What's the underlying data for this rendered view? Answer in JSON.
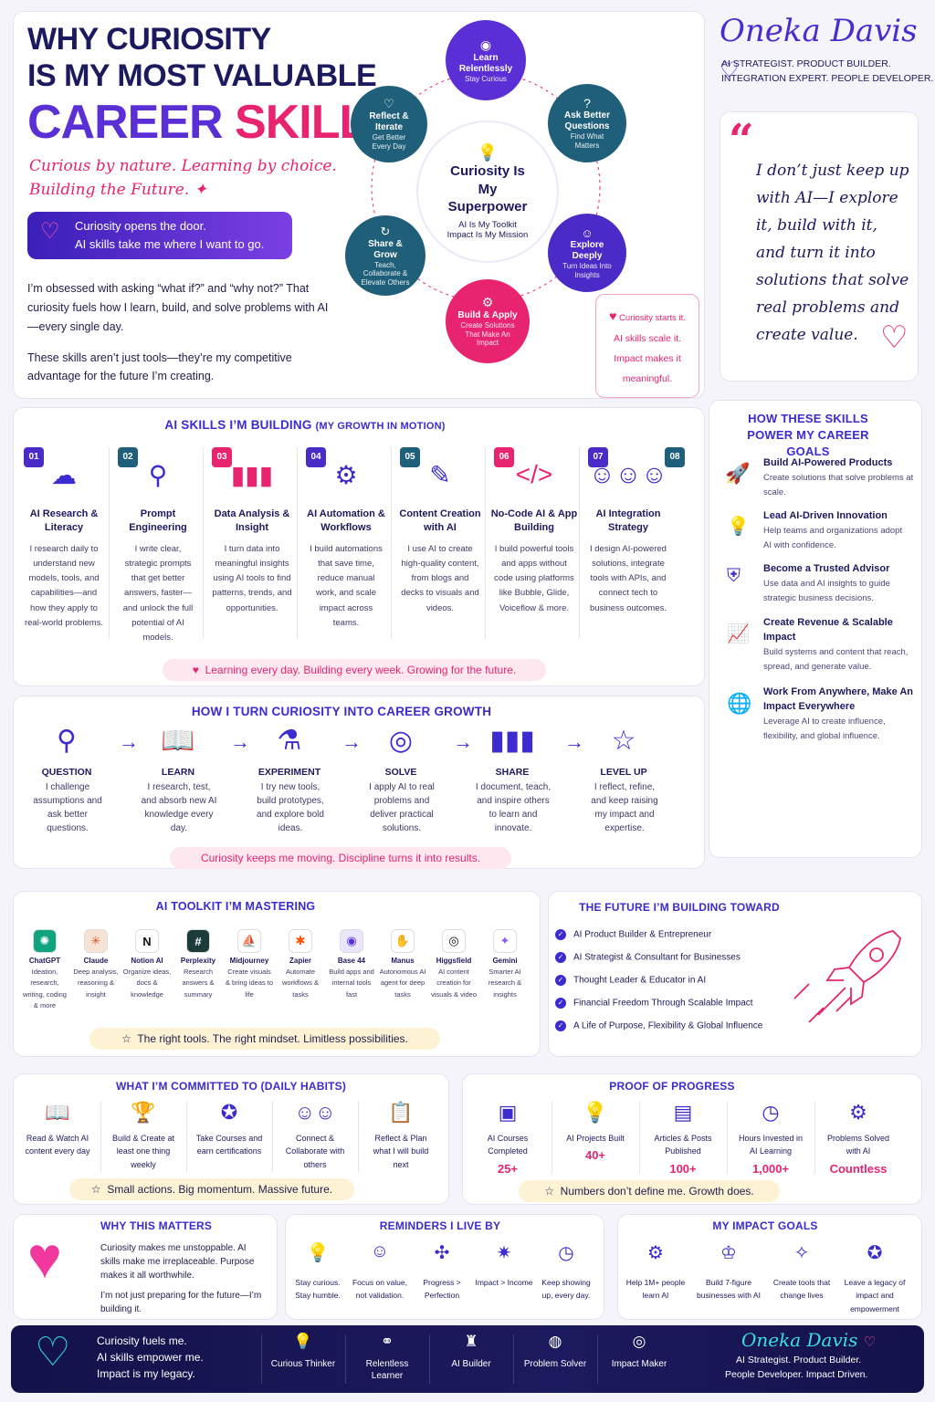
{
  "header": {
    "line1": "WHY CURIOSITY",
    "line2": "IS MY MOST VALUABLE",
    "line3a": "CAREER ",
    "line3b": "SKILL",
    "tagline1": "Curious by nature. Learning by choice.",
    "tagline2": "Building the Future.",
    "banner1": "Curiosity opens the door.",
    "banner2": "AI skills take me where I want to go.",
    "p1": "I’m obsessed with asking “what if?” and “why not?” That curiosity fuels how I learn, build, and solve problems with AI—every single day.",
    "p2": "These skills aren’t just tools—they’re my competitive advantage for the future I’m creating."
  },
  "cycle": {
    "center_title": "Curiosity Is My Superpower",
    "center_sub1": "AI Is My Toolkit",
    "center_sub2": "Impact Is My Mission",
    "nodes": [
      {
        "t": "Learn Relentlessly",
        "s": "Stay Curious"
      },
      {
        "t": "Ask Better Questions",
        "s": "Find What Matters"
      },
      {
        "t": "Explore Deeply",
        "s": "Turn Ideas Into Insights"
      },
      {
        "t": "Build & Apply",
        "s": "Create Solutions That Make An Impact"
      },
      {
        "t": "Share & Grow",
        "s": "Teach, Collaborate & Elevate Others"
      },
      {
        "t": "Reflect & Iterate",
        "s": "Get Better Every Day"
      }
    ],
    "note1": "Curiosity starts it.",
    "note2": "AI skills scale it.",
    "note3": "Impact makes it meaningful."
  },
  "profile": {
    "name": "Oneka Davis",
    "role1": "AI STRATEGIST. PRODUCT BUILDER.",
    "role2": "INTEGRATION EXPERT. PEOPLE DEVELOPER.",
    "quote": "I don’t just keep up with AI—I explore it, build with it, and turn it into solutions that solve real problems and create value."
  },
  "skills": {
    "title": "AI SKILLS I’M BUILDING",
    "title_sub": "(MY GROWTH IN MOTION)",
    "items": [
      {
        "n": "01",
        "t": "AI Research & Literacy",
        "d": "I research daily to understand new models, tools, and capabilities—and how they apply to real-world problems."
      },
      {
        "n": "02",
        "t": "Prompt Engineering",
        "d": "I write clear, strategic prompts that get better answers, faster—and unlock the full potential of AI models."
      },
      {
        "n": "03",
        "t": "Data Analysis & Insight",
        "d": "I turn data into meaningful insights using AI tools to find patterns, trends, and opportunities."
      },
      {
        "n": "04",
        "t": "AI Automation & Workflows",
        "d": "I build automations that save time, reduce manual work, and scale impact across teams."
      },
      {
        "n": "05",
        "t": "Content Creation with AI",
        "d": "I use AI to create high-quality content, from blogs and decks to visuals and videos."
      },
      {
        "n": "06",
        "t": "No-Code AI & App Building",
        "d": "I build powerful tools and apps without code using platforms like Bubble, Glide, Voiceflow & more."
      },
      {
        "n": "07",
        "t": "AI Integration Strategy",
        "d": "I design AI-powered solutions, integrate tools with APIs, and connect tech to business outcomes."
      }
    ],
    "extra_badge": "08",
    "footer": "Learning every day. Building every week. Growing for the future."
  },
  "goals": {
    "title": "HOW THESE SKILLS POWER MY CAREER GOALS",
    "items": [
      {
        "t": "Build AI-Powered Products",
        "d": "Create solutions that solve problems at scale."
      },
      {
        "t": "Lead AI-Driven Innovation",
        "d": "Help teams and organizations adopt AI with confidence."
      },
      {
        "t": "Become a Trusted Advisor",
        "d": "Use data and AI insights to guide strategic business decisions."
      },
      {
        "t": "Create Revenue & Scalable Impact",
        "d": "Build systems and content that reach, spread, and generate value."
      },
      {
        "t": "Work From Anywhere, Make An Impact Everywhere",
        "d": "Leverage AI to create influence, flexibility, and global influence."
      }
    ]
  },
  "growth": {
    "title": "HOW I TURN CURIOSITY INTO CAREER GROWTH",
    "steps": [
      {
        "h": "QUESTION",
        "d": "I challenge assumptions and ask better questions."
      },
      {
        "h": "LEARN",
        "d": "I research, test, and absorb new AI knowledge every day."
      },
      {
        "h": "EXPERIMENT",
        "d": "I try new tools, build prototypes, and explore bold ideas."
      },
      {
        "h": "SOLVE",
        "d": "I apply AI to real problems and deliver practical solutions."
      },
      {
        "h": "SHARE",
        "d": "I document, teach, and inspire others to learn and innovate."
      },
      {
        "h": "LEVEL UP",
        "d": "I reflect, refine, and keep raising my impact and expertise."
      }
    ],
    "footer": "Curiosity keeps me moving. Discipline turns it into results."
  },
  "toolkit": {
    "title": "AI TOOLKIT I’M MASTERING",
    "tools": [
      {
        "n": "ChatGPT",
        "d": "Ideation, research, writing, coding & more"
      },
      {
        "n": "Claude",
        "d": "Deep analysis, reasoning & insight"
      },
      {
        "n": "Notion AI",
        "d": "Organize ideas, docs & knowledge"
      },
      {
        "n": "Perplexity",
        "d": "Research answers & summary"
      },
      {
        "n": "Midjourney",
        "d": "Create visuals & bring ideas to life"
      },
      {
        "n": "Zapier",
        "d": "Automate workflows & tasks"
      },
      {
        "n": "Base 44",
        "d": "Build apps and internal tools fast"
      },
      {
        "n": "Manus",
        "d": "Autonomous AI agent for deep tasks"
      },
      {
        "n": "Higgsfield",
        "d": "AI content creation for visuals & video"
      },
      {
        "n": "Gemini",
        "d": "Smarter AI research & insights"
      }
    ],
    "footer": "The right tools. The right mindset. Limitless possibilities."
  },
  "future": {
    "title": "THE FUTURE I’M BUILDING TOWARD",
    "items": [
      "AI Product Builder & Entrepreneur",
      "AI Strategist & Consultant for Businesses",
      "Thought Leader & Educator in AI",
      "Financial Freedom Through Scalable Impact",
      "A Life of Purpose, Flexibility & Global Influence"
    ]
  },
  "habits": {
    "title": "WHAT I’M COMMITTED TO (DAILY HABITS)",
    "items": [
      "Read & Watch AI content every day",
      "Build & Create at least one thing weekly",
      "Take Courses and earn certifications",
      "Connect & Collaborate with others",
      "Reflect & Plan what I will build next"
    ],
    "footer": "Small actions. Big momentum. Massive future."
  },
  "proof": {
    "title": "PROOF OF PROGRESS",
    "items": [
      {
        "l": "AI Courses Completed",
        "v": "25+"
      },
      {
        "l": "AI Projects Built",
        "v": "40+"
      },
      {
        "l": "Articles & Posts Published",
        "v": "100+"
      },
      {
        "l": "Hours Invested in AI Learning",
        "v": "1,000+"
      },
      {
        "l": "Problems Solved with AI",
        "v": "Countless"
      }
    ],
    "footer": "Numbers don’t define me. Growth does."
  },
  "why": {
    "title": "WHY THIS MATTERS",
    "p1": "Curiosity makes me unstoppable. AI skills make me irreplaceable. Purpose makes it all worthwhile.",
    "p2": "I’m not just preparing for the future—I’m building it."
  },
  "reminders": {
    "title": "REMINDERS I LIVE BY",
    "items": [
      "Stay curious. Stay humble.",
      "Focus on value, not validation.",
      "Progress > Perfection",
      "Impact > Income",
      "Keep showing up, every day."
    ]
  },
  "impact": {
    "title": "MY IMPACT GOALS",
    "items": [
      "Help 1M+ people learn AI",
      "Build 7-figure businesses with AI",
      "Create tools that change lives",
      "Leave a legacy of impact and empowerment"
    ]
  },
  "footer": {
    "l1": "Curiosity fuels me.",
    "l2": "AI skills empower me.",
    "l3": "Impact is my legacy.",
    "items": [
      "Curious Thinker",
      "Relentless Learner",
      "AI Builder",
      "Problem Solver",
      "Impact Maker"
    ],
    "name": "Oneka Davis",
    "tag1": "AI Strategist. Product Builder.",
    "tag2": "People Developer. Impact Driven."
  },
  "colors": {
    "navy": "#1c1a5e",
    "purple": "#5b2fd6",
    "pink": "#e8236f",
    "teal": "#1f5f7a"
  }
}
